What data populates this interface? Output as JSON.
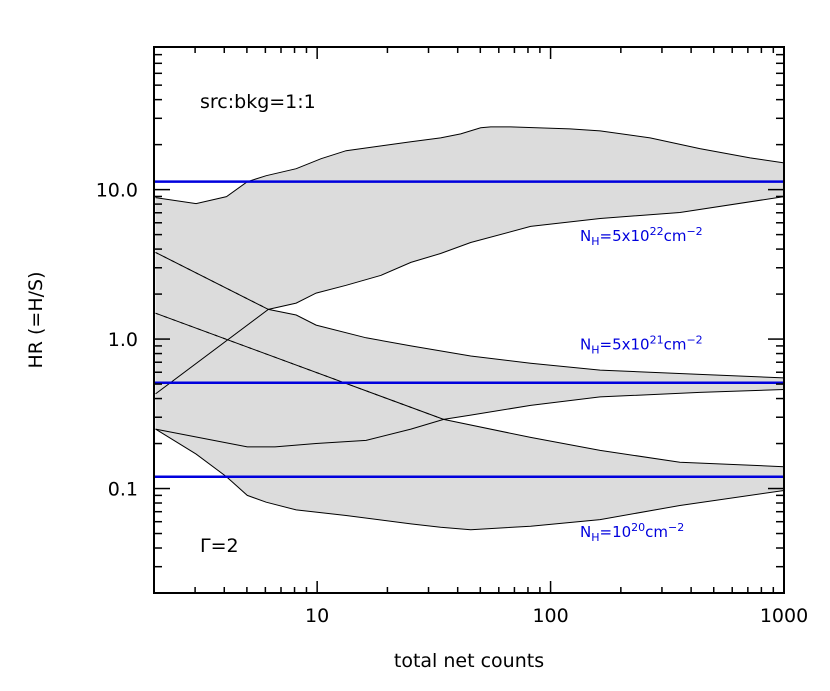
{
  "colors": {
    "band_fill": "#dcdcdc",
    "curve": "#000000",
    "reference_line": "#0000dd",
    "label_text": "#0000dd",
    "axis": "#000000"
  },
  "annotations": {
    "ratio": "src:bkg=1:1",
    "gamma": "Γ=2"
  },
  "chart_data": {
    "type": "area",
    "title": "",
    "xlabel": "total net counts",
    "ylabel": "HR (=H/S)",
    "xscale": "log",
    "yscale": "log",
    "xlim": [
      2,
      1000
    ],
    "ylim": [
      0.02,
      90
    ],
    "xticks": [
      {
        "value": 10,
        "label": "10"
      },
      {
        "value": 100,
        "label": "100"
      },
      {
        "value": 1000,
        "label": "1000"
      }
    ],
    "yticks": [
      {
        "value": 0.1,
        "label": "0.1"
      },
      {
        "value": 1.0,
        "label": "1.0"
      },
      {
        "value": 10.0,
        "label": "10.0"
      }
    ],
    "grid": false,
    "legend": null,
    "reference_lines": [
      {
        "name": "NH=5x10^22 cm^-2",
        "y": 11.3,
        "label": {
          "base": "N",
          "sub": "H",
          "mid": "=5x10",
          "sup": "22",
          "unit": "cm",
          "unit_sup": "−2"
        },
        "label_x": 58,
        "label_y": 4.9
      },
      {
        "name": "NH=5x10^21 cm^-2",
        "y": 0.51,
        "label": {
          "base": "N",
          "sub": "H",
          "mid": "=5x10",
          "sup": "21",
          "unit": "cm",
          "unit_sup": "−2"
        },
        "label_x": 58,
        "label_y": 0.92
      },
      {
        "name": "NH=10^20 cm^-2",
        "y": 0.12,
        "label": {
          "base": "N",
          "sub": "H",
          "mid": "=10",
          "sup": "20",
          "unit": "cm",
          "unit_sup": "−2"
        },
        "label_x": 58,
        "label_y": 0.051
      }
    ],
    "bands": [
      {
        "name": "NH=5x10^22 confidence band",
        "upper": [
          [
            2.03,
            8.84
          ],
          [
            3.03,
            8.06
          ],
          [
            4.09,
            8.98
          ],
          [
            5.02,
            11.3
          ],
          [
            6.05,
            12.4
          ],
          [
            8.13,
            13.8
          ],
          [
            10.4,
            16.1
          ],
          [
            13.3,
            18.2
          ],
          [
            18.8,
            19.6
          ],
          [
            25.2,
            20.9
          ],
          [
            33.8,
            22.2
          ],
          [
            41.2,
            23.6
          ],
          [
            50.2,
            25.9
          ],
          [
            55.4,
            26.3
          ],
          [
            67.4,
            26.3
          ],
          [
            121,
            25.5
          ],
          [
            163,
            24.7
          ],
          [
            267,
            22.2
          ],
          [
            436,
            18.8
          ],
          [
            716,
            16.3
          ],
          [
            1000,
            15.1
          ]
        ],
        "lower": [
          [
            2.03,
            0.43
          ],
          [
            6.18,
            1.58
          ],
          [
            8.13,
            1.74
          ],
          [
            9.9,
            2.03
          ],
          [
            13.3,
            2.29
          ],
          [
            18.8,
            2.67
          ],
          [
            25.2,
            3.26
          ],
          [
            33.8,
            3.74
          ],
          [
            45.5,
            4.43
          ],
          [
            82.1,
            5.67
          ],
          [
            163,
            6.41
          ],
          [
            358,
            7.03
          ],
          [
            1000,
            8.98
          ]
        ]
      },
      {
        "name": "NH=5x10^21 confidence band",
        "upper": [
          [
            2.03,
            3.8
          ],
          [
            6.18,
            1.58
          ],
          [
            8.13,
            1.45
          ],
          [
            9.9,
            1.24
          ],
          [
            16.2,
            1.02
          ],
          [
            25.2,
            0.9
          ],
          [
            45.5,
            0.77
          ],
          [
            82.1,
            0.69
          ],
          [
            163,
            0.62
          ],
          [
            436,
            0.58
          ],
          [
            1000,
            0.55
          ]
        ],
        "lower": [
          [
            2.03,
            0.25
          ],
          [
            5.02,
            0.19
          ],
          [
            6.6,
            0.19
          ],
          [
            9.9,
            0.2
          ],
          [
            16.2,
            0.21
          ],
          [
            25.2,
            0.25
          ],
          [
            34.8,
            0.29
          ],
          [
            45.5,
            0.31
          ],
          [
            82.1,
            0.36
          ],
          [
            163,
            0.41
          ],
          [
            436,
            0.44
          ],
          [
            1000,
            0.46
          ]
        ]
      },
      {
        "name": "NH=10^20 confidence band",
        "upper": [
          [
            2.03,
            1.49
          ],
          [
            34.8,
            0.29
          ],
          [
            82.1,
            0.22
          ],
          [
            163,
            0.18
          ],
          [
            358,
            0.15
          ],
          [
            1000,
            0.14
          ]
        ],
        "lower": [
          [
            2.03,
            0.25
          ],
          [
            3.03,
            0.17
          ],
          [
            4.09,
            0.12
          ],
          [
            5.02,
            0.09
          ],
          [
            6.05,
            0.081
          ],
          [
            8.13,
            0.072
          ],
          [
            13.3,
            0.066
          ],
          [
            25.2,
            0.058
          ],
          [
            33.8,
            0.055
          ],
          [
            45.5,
            0.053
          ],
          [
            82.1,
            0.056
          ],
          [
            163,
            0.062
          ],
          [
            358,
            0.077
          ],
          [
            1000,
            0.097
          ]
        ]
      }
    ],
    "dashed_lines": [
      {
        "name": "extension-upper",
        "points": [
          [
            2.03,
            3.8
          ],
          [
            6.18,
            1.58
          ]
        ]
      },
      {
        "name": "extension-lower",
        "points": [
          [
            2.03,
            1.49
          ],
          [
            34.8,
            0.29
          ]
        ]
      }
    ]
  }
}
